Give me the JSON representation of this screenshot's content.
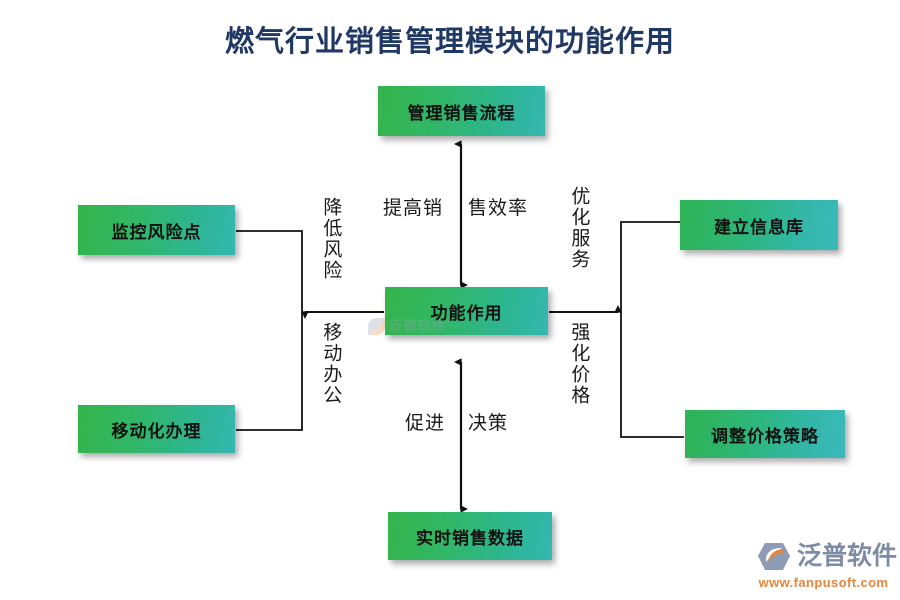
{
  "page": {
    "title": "燃气行业销售管理模块的功能作用",
    "title_color": "#203864",
    "background": "#ffffff"
  },
  "diagram": {
    "type": "hub-and-spoke flowchart",
    "node_gradient_from": "#35b44b",
    "node_gradient_to": "#34b7b2",
    "center_node": {
      "id": "center",
      "label": "功能作用"
    },
    "nodes": [
      {
        "id": "top",
        "label": "管理销售流程",
        "position": "top"
      },
      {
        "id": "bottom",
        "label": "实时销售数据",
        "position": "bottom"
      },
      {
        "id": "left-top",
        "label": "监控风险点",
        "position": "left-top"
      },
      {
        "id": "left-bot",
        "label": "移动化办理",
        "position": "left-bottom"
      },
      {
        "id": "right-top",
        "label": "建立信息库",
        "position": "right-top"
      },
      {
        "id": "right-bot",
        "label": "调整价格策略",
        "position": "right-bottom"
      }
    ],
    "edge_labels": {
      "top_left_part": "提高销",
      "top_right_part": "售效率",
      "top_full": "提高销售效率",
      "bottom_left_part": "促进",
      "bottom_right_part": "决策",
      "bottom_full": "促进决策",
      "left_upper": "降低风险",
      "left_lower": "移动办公",
      "right_upper": "优化服务",
      "right_lower": "强化价格"
    },
    "arrows": [
      {
        "id": "arrow-top",
        "from": "center",
        "to": "top",
        "heads": "double",
        "orientation": "vertical"
      },
      {
        "id": "arrow-bottom",
        "from": "center",
        "to": "bottom",
        "heads": "double",
        "orientation": "vertical"
      },
      {
        "id": "arrow-left",
        "from": "center",
        "to": "left-group",
        "heads": "single",
        "orientation": "horizontal-left"
      },
      {
        "id": "arrow-right",
        "from": "center",
        "to": "right-group",
        "heads": "single",
        "orientation": "horizontal-right"
      }
    ]
  },
  "watermark": {
    "text": "泛普软件"
  },
  "brand": {
    "name": "泛普软件",
    "url": "www.fanpusoft.com",
    "name_color": "#7d8ca6",
    "url_color": "#e3863f"
  }
}
